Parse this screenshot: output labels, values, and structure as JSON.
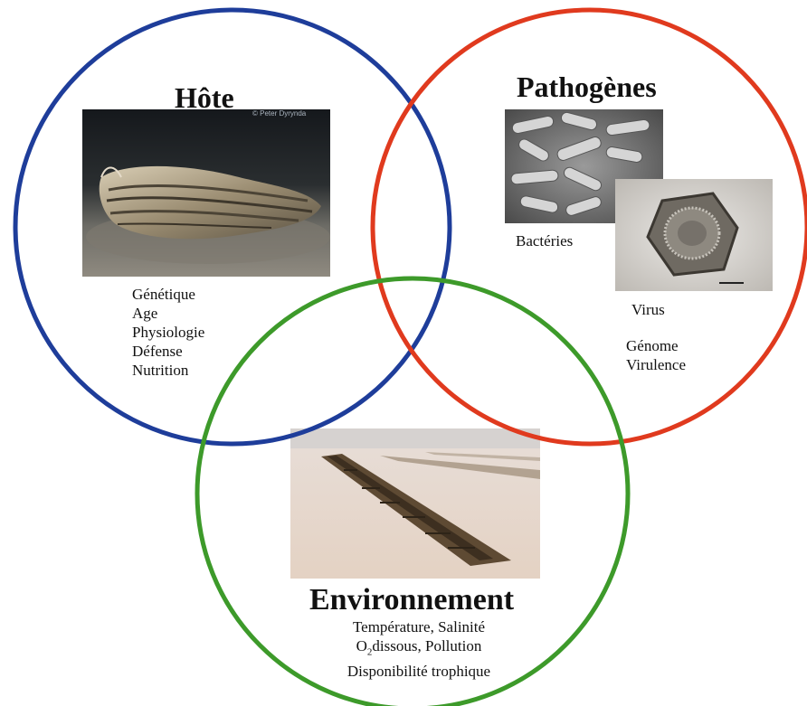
{
  "host": {
    "title": "Hôte",
    "photo_credit": "© Peter Dyrynda",
    "factors": [
      "Génétique",
      "Age",
      "Physiologie",
      "Défense",
      "Nutrition"
    ]
  },
  "pathogens": {
    "title": "Pathogènes",
    "bacteria_label": "Bactéries",
    "virus_label": "Virus",
    "factors": [
      "Génome",
      "Virulence"
    ]
  },
  "environment": {
    "title": "Environnement",
    "factors_line1": "Température, Salinité",
    "factors_line2_prefix": "O",
    "factors_line2_sub": "2",
    "factors_line2_rest": "dissous, Pollution",
    "factors_line3": "Disponibilité trophique"
  },
  "colors": {
    "host_circle": "#1e3d9a",
    "pathogen_circle": "#e03a1e",
    "environment_circle": "#3d9a2a"
  }
}
